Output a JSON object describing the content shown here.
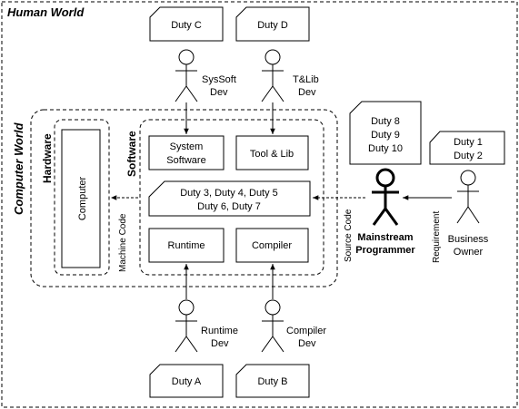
{
  "title": "Human World",
  "computer_world": "Computer World",
  "hardware": "Hardware",
  "software": "Software",
  "computer": "Computer",
  "machine_code": "Machine Code",
  "source_code": "Source Code",
  "requirement": "Requirement",
  "boxes": {
    "system_software": [
      "System",
      "Software"
    ],
    "tool_lib": "Tool & Lib",
    "duties_middle": [
      "Duty 3, Duty 4, Duty 5",
      "Duty 6, Duty 7"
    ],
    "runtime": "Runtime",
    "compiler": "Compiler"
  },
  "docs": {
    "duty_c": "Duty C",
    "duty_d": "Duty D",
    "duty_a": "Duty A",
    "duty_b": "Duty B",
    "duty_8_10": [
      "Duty 8",
      "Duty 9",
      "Duty 10"
    ],
    "duty_1_2": [
      "Duty 1",
      "Duty 2"
    ]
  },
  "actors": {
    "syssoft_dev": [
      "SysSoft",
      "Dev"
    ],
    "tlib_dev": [
      "T&Lib",
      "Dev"
    ],
    "runtime_dev": [
      "Runtime",
      "Dev"
    ],
    "compiler_dev": [
      "Compiler",
      "Dev"
    ],
    "mainstream": [
      "Mainstream",
      "Programmer"
    ],
    "business_owner": [
      "Business",
      "Owner"
    ]
  }
}
